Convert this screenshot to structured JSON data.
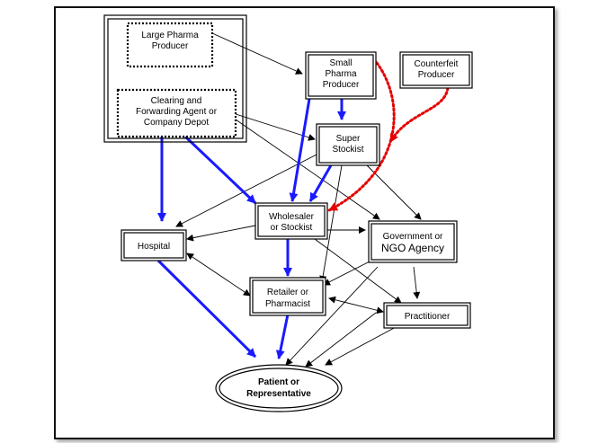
{
  "nodes": {
    "large_pharma": [
      "Large Pharma",
      "Producer"
    ],
    "clearing_agent": [
      "Clearing and",
      "Forwarding Agent or",
      "Company Depot"
    ],
    "small_pharma": [
      "Small",
      "Pharma",
      "Producer"
    ],
    "counterfeit": [
      "Counterfeit",
      "Producer"
    ],
    "super_stockist": [
      "Super",
      "Stockist"
    ],
    "wholesaler": [
      "Wholesaler",
      "or Stockist"
    ],
    "government": [
      "Government or",
      "NGO Agency"
    ],
    "hospital": [
      "Hospital"
    ],
    "retailer": [
      "Retailer or",
      "Pharmacist"
    ],
    "practitioner": [
      "Practitioner"
    ],
    "patient": [
      "Patient or",
      "Representative"
    ]
  },
  "colors": {
    "main_flow": "#1a1aff",
    "counterfeit_flow": "#e60000",
    "minor_flow": "#000000"
  }
}
